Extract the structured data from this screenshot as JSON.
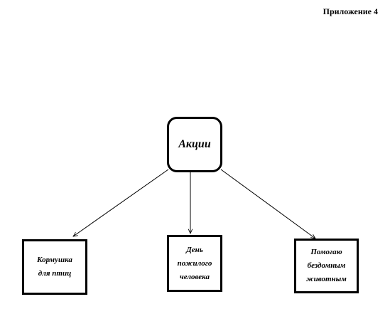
{
  "appendix_label": "Приложение 4",
  "root": {
    "label": "Акции"
  },
  "children": [
    {
      "lines": [
        "Кормушка",
        "для птиц"
      ]
    },
    {
      "lines": [
        "День",
        "пожилого",
        "человека"
      ]
    },
    {
      "lines": [
        "Помогаю",
        "бездомным",
        "животным"
      ]
    }
  ],
  "colors": {
    "stroke": "#000000",
    "background": "#ffffff"
  }
}
